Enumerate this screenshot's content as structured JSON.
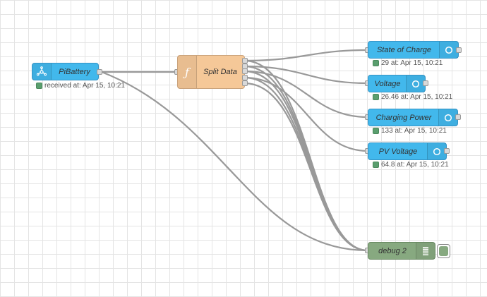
{
  "nodes": {
    "pibattery": {
      "label": "PiBattery",
      "status": "received at: Apr 15, 10:21",
      "icon": "radio-waves-icon",
      "color": "#42b8ec"
    },
    "split": {
      "label": "Split Data",
      "icon": "function-icon",
      "color": "#f5c898"
    },
    "soc": {
      "label": "State of Charge",
      "status": "29 at: Apr 15, 10:21",
      "icon": "circle-icon"
    },
    "voltage": {
      "label": "Voltage",
      "status": "26.46 at: Apr 15, 10:21",
      "icon": "circle-icon"
    },
    "charging": {
      "label": "Charging Power",
      "status": "133 at: Apr 15, 10:21",
      "icon": "circle-icon"
    },
    "pv": {
      "label": "PV Voltage",
      "status": "64.8 at: Apr 15, 10:21",
      "icon": "circle-icon"
    },
    "debug": {
      "label": "debug 2",
      "icon": "list-icon",
      "color": "#87a980"
    }
  },
  "colors": {
    "status_dot": "#5a9e6e",
    "wire": "#999999"
  }
}
